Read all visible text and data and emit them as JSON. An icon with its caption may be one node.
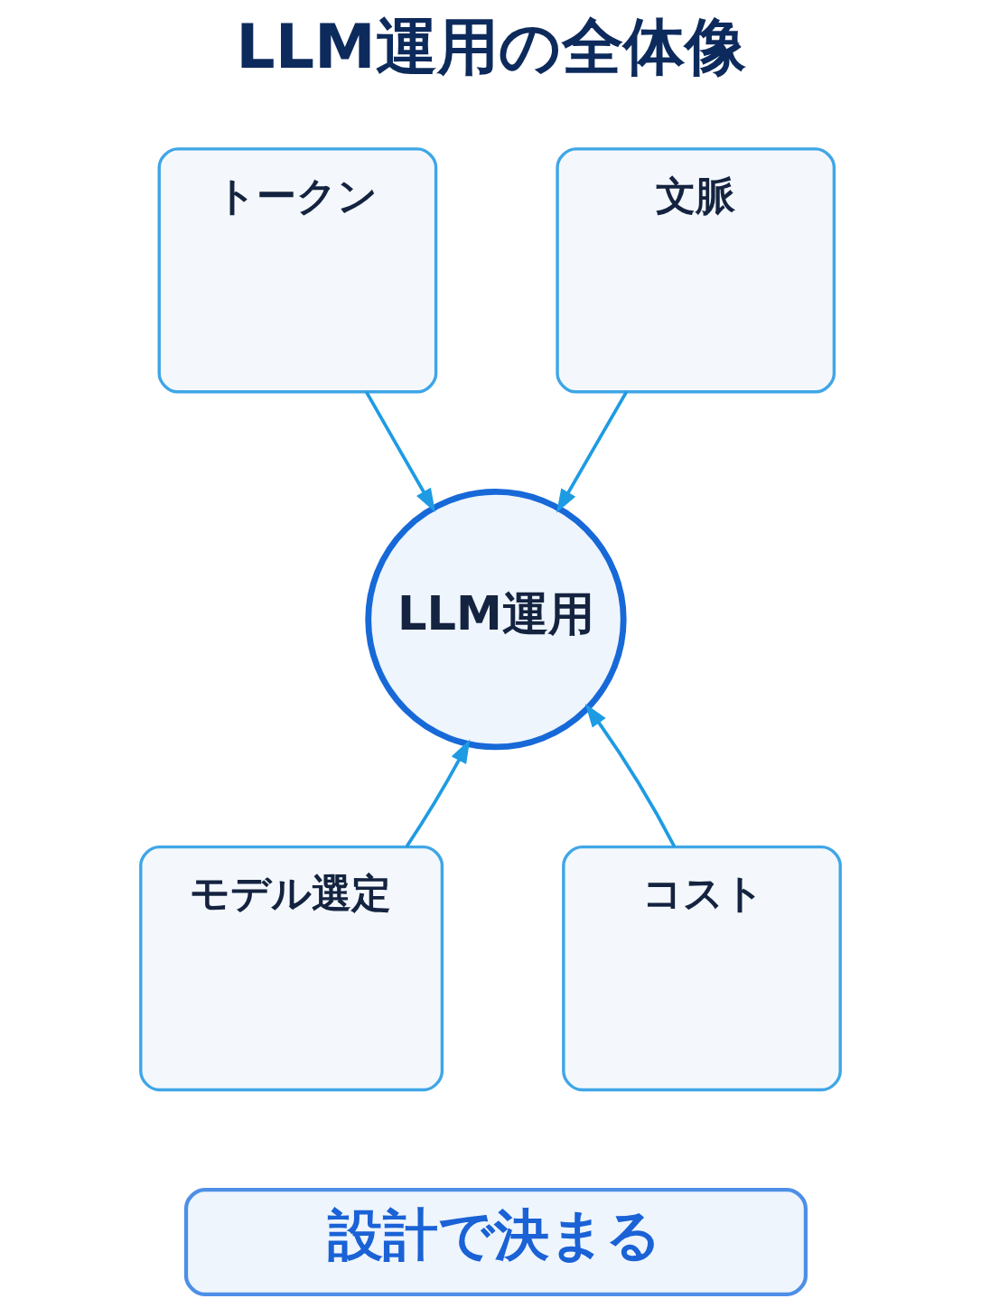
{
  "diagram": {
    "title": "LLM運用の全体像",
    "nodes": [
      {
        "text": [
          "トークン"
        ]
      },
      {
        "text": [
          "文脈"
        ]
      },
      {
        "text": [
          "LLM運用"
        ]
      },
      {
        "text": [
          "モデル選定"
        ]
      },
      {
        "text": [
          "コスト"
        ]
      },
      {
        "text": [
          "設計で決まる"
        ]
      }
    ],
    "edges": [
      {
        "from": 0,
        "to": 2,
        "arrow": "to"
      },
      {
        "from": 1,
        "to": 2,
        "arrow": "to"
      },
      {
        "from": 3,
        "to": 2,
        "arrow": "to"
      },
      {
        "from": 4,
        "to": 2,
        "arrow": "to"
      }
    ]
  }
}
